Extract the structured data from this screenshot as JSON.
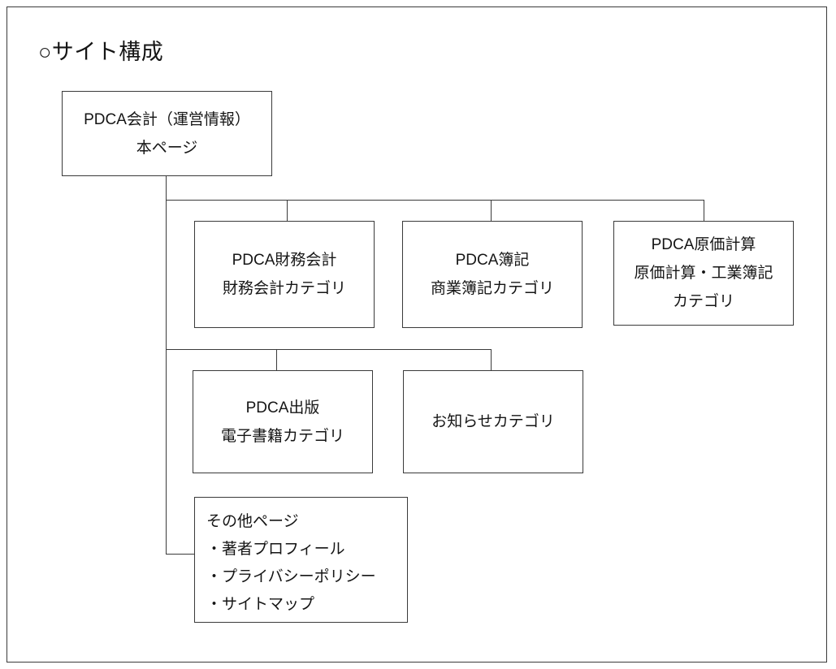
{
  "title": "○サイト構成",
  "root": {
    "name": "pdca-accounting-root",
    "lines": [
      "PDCA会計（運営情報）",
      "本ページ"
    ]
  },
  "row1": [
    {
      "name": "pdca-financial-accounting",
      "lines": [
        "PDCA財務会計",
        "財務会計カテゴリ"
      ]
    },
    {
      "name": "pdca-bookkeeping",
      "lines": [
        "PDCA簿記",
        "商業簿記カテゴリ"
      ]
    },
    {
      "name": "pdca-cost-accounting",
      "lines": [
        "PDCA原価計算",
        "原価計算・工業簿記",
        "カテゴリ"
      ]
    }
  ],
  "row2": [
    {
      "name": "pdca-publishing",
      "lines": [
        "PDCA出版",
        "電子書籍カテゴリ"
      ]
    },
    {
      "name": "news-category",
      "lines": [
        "お知らせカテゴリ"
      ]
    }
  ],
  "row3": [
    {
      "name": "other-pages",
      "lines": [
        "その他ページ",
        "・著者プロフィール",
        "・プライバシーポリシー",
        "・サイトマップ"
      ]
    }
  ],
  "colors": {
    "line": "#3a3a3a",
    "text": "#151515",
    "background": "#ffffff"
  }
}
